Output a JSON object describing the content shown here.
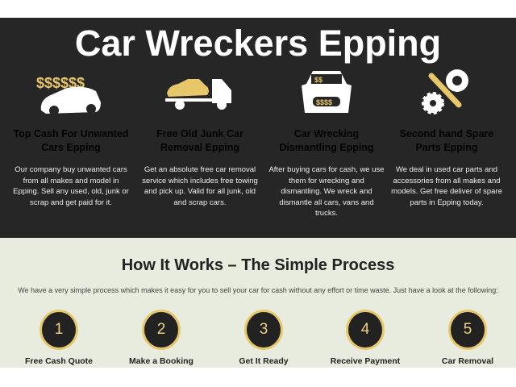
{
  "header": {
    "title": "Car Wreckers Epping"
  },
  "services": [
    {
      "icon": "cash-car-icon",
      "title_line1": "Top Cash For Unwanted",
      "title_line2": "Cars Epping",
      "text": "Our company buy unwanted cars from all makes and model in Epping. Sell any used, old, junk or scrap and get paid for it."
    },
    {
      "icon": "tow-truck-icon",
      "title_line1": "Free Old Junk Car",
      "title_line2": "Removal Epping",
      "text": "Get an absolute free car removal service which includes free towing and pick up. Valid for all junk, old and scrap cars."
    },
    {
      "icon": "wrecked-car-icon",
      "title_line1": "Car Wrecking",
      "title_line2": "Dismantling Epping",
      "text": "After buying cars for cash, we use them for wrecking and dismantling. We wreck and dismantle all cars, vans and trucks."
    },
    {
      "icon": "spare-parts-icon",
      "title_line1": "Second hand Spare",
      "title_line2": "Parts Epping",
      "text": "We deal in used car parts and accessories from all makes and models. Get free deliver of spare parts in Epping today."
    }
  ],
  "how": {
    "title": "How It Works – The Simple Process",
    "intro": "We have a very simple process which makes it easy for you to sell your car for cash without any effort or time waste. Just have a look at the following:",
    "steps": [
      {
        "num": "1",
        "label": "Free Cash Quote"
      },
      {
        "num": "2",
        "label": "Make a Booking"
      },
      {
        "num": "3",
        "label": "Get It Ready"
      },
      {
        "num": "4",
        "label": "Receive Payment"
      },
      {
        "num": "5",
        "label": "Car Removal"
      }
    ]
  },
  "colors": {
    "dark": "#262626",
    "gold": "#e8c66a",
    "light": "#e8ecde"
  }
}
